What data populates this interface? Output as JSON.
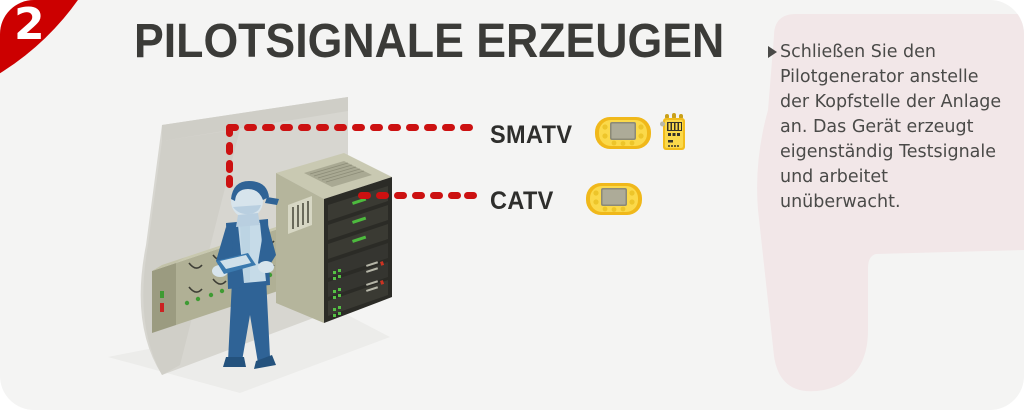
{
  "card": {
    "background_color": "#f4f4f3",
    "step_number": "2",
    "badge_color": "#cc0000",
    "title": "PILOTSIGNALE ERZEUGEN",
    "title_color": "#3b3b38"
  },
  "illustration": {
    "name": "headend-rack-technician-isometric",
    "description": "Isometric technician with tablet standing beside a server rack and wall-mounted multiswitch units",
    "colors": {
      "wall": "#d6d5cf",
      "floor": "#ececeb",
      "rack_body": "#b9b9a3",
      "rack_front": "#2b2b26",
      "led_green": "#4aa83d",
      "worker_dark_blue": "#2f6396",
      "worker_light_blue": "#b9cfe0",
      "equipment_olive": "#b0b095"
    }
  },
  "connectors": {
    "line_color": "#cc1111",
    "dash_style": "rounded-dashed"
  },
  "endpoints": [
    {
      "label": "SMATV",
      "devices": [
        "signal-meter-device",
        "multiswitch-device"
      ]
    },
    {
      "label": "CATV",
      "devices": [
        "signal-meter-device"
      ]
    }
  ],
  "device_colors": {
    "body": "#f5c518",
    "body_dark": "#e8a90c",
    "screen": "#a8a694",
    "screen_border": "#6d6a58"
  },
  "note": {
    "panel_color": "#f2e7e8",
    "bullet": "triangle-right",
    "text": "Schließen Sie den Pilotgenerator anstelle der Kopfstelle der Anlage an. Das Gerät erzeugt eigenständig Testsignale und arbeitet unüberwacht.",
    "text_color": "#4a4a48"
  }
}
